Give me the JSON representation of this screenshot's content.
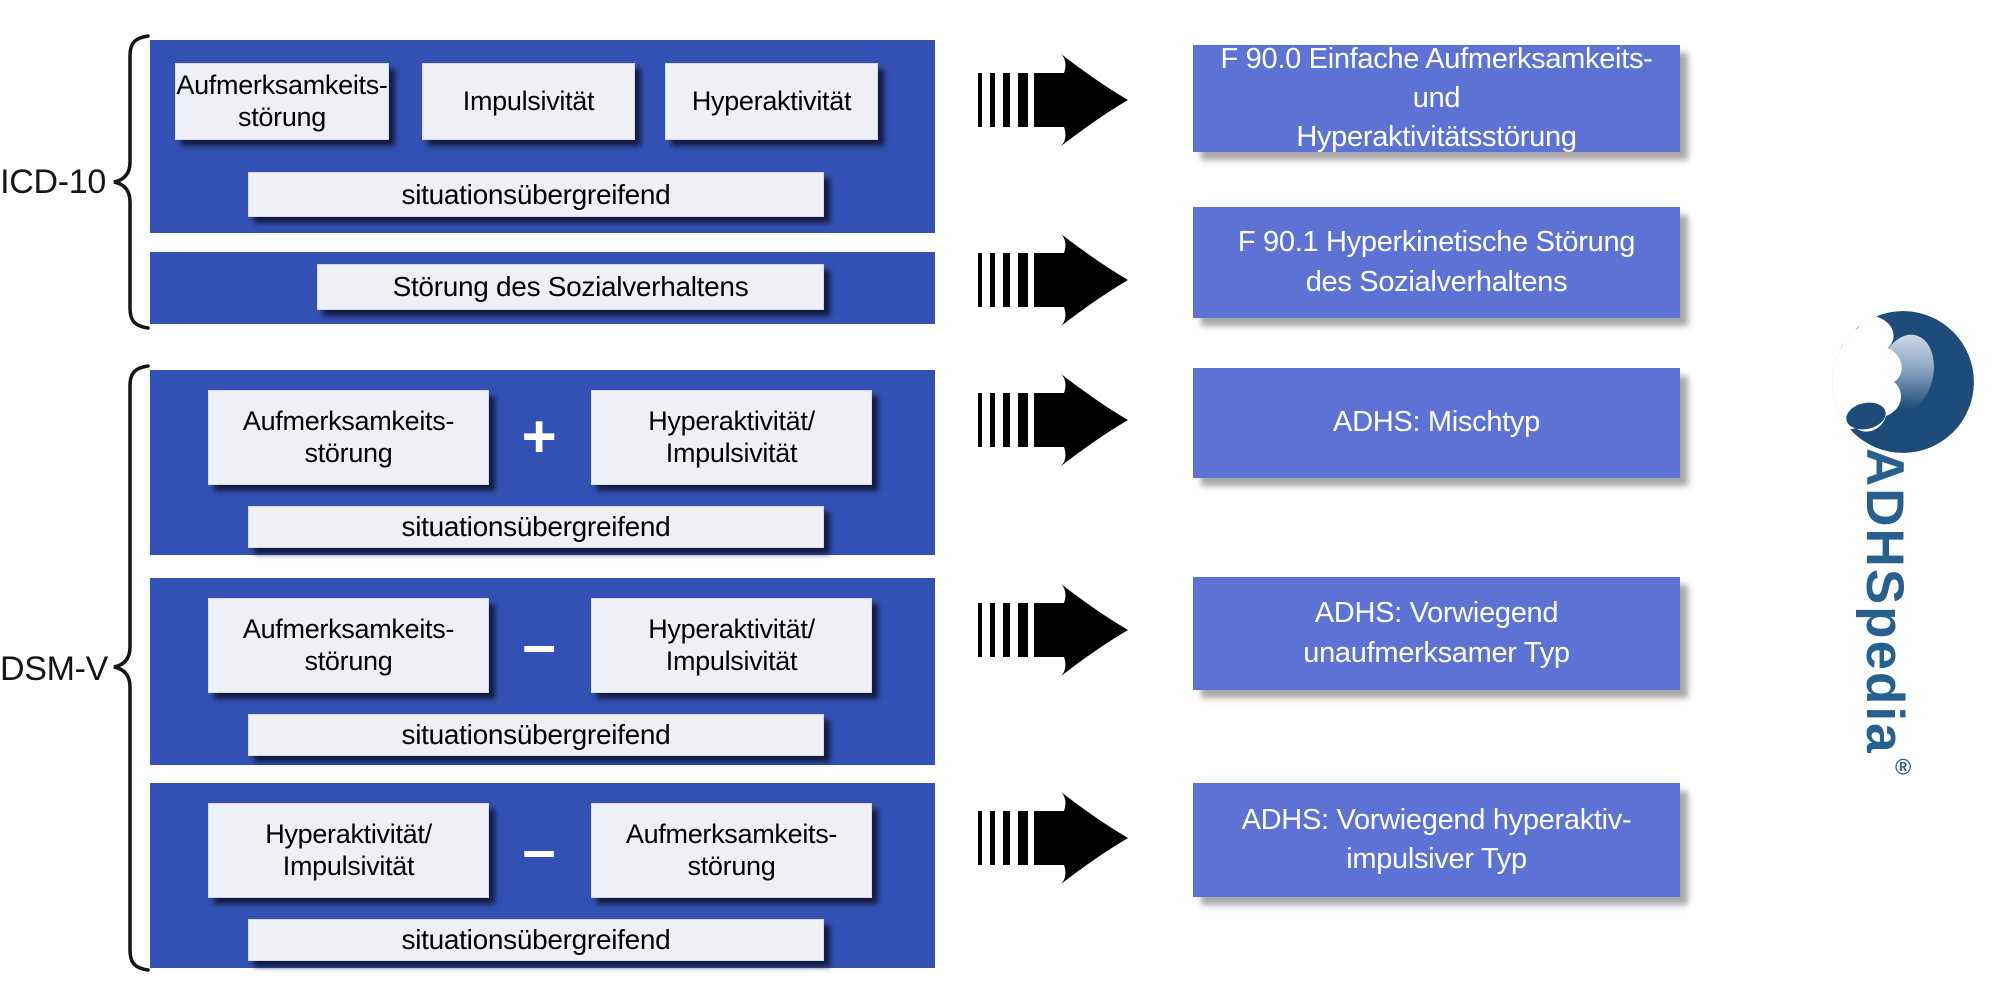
{
  "classification_systems": [
    {
      "label": "ICD-10",
      "rows": [
        {
          "criteria": [
            "Aufmerksamkeits-\nstörung",
            "Impulsivität",
            "Hyperaktivität"
          ],
          "qualifier": "situationsübergreifend",
          "result": "F 90.0 Einfache Aufmerksamkeits- und\nHyperaktivitätsstörung"
        },
        {
          "criteria": [
            "Störung des Sozialverhaltens"
          ],
          "result": "F 90.1 Hyperkinetische Störung\ndes Sozialverhaltens"
        }
      ]
    },
    {
      "label": "DSM-V",
      "rows": [
        {
          "left": "Aufmerksamkeits-\nstörung",
          "operator": "+",
          "right": "Hyperaktivität/\nImpulsivität",
          "qualifier": "situationsübergreifend",
          "result": "ADHS: Mischtyp"
        },
        {
          "left": "Aufmerksamkeits-\nstörung",
          "operator": "–",
          "right": "Hyperaktivität/\nImpulsivität",
          "qualifier": "situationsübergreifend",
          "result": "ADHS: Vorwiegend\nunaufmerksamer Typ"
        },
        {
          "left": "Hyperaktivität/\nImpulsivität",
          "operator": "–",
          "right": "Aufmerksamkeits-\nstörung",
          "qualifier": "situationsübergreifend",
          "result": "ADHS: Vorwiegend hyperaktiv-\nimpulsiver Typ"
        }
      ]
    }
  ],
  "logo": {
    "name": "ADHSpedia",
    "registered_mark": "®"
  },
  "colors": {
    "criteria_panel_blue": "#3351b4",
    "result_box_blue": "#5d72d5",
    "inner_box_gray": "#eef0f6",
    "arrow_black": "#000000",
    "logo_navy": "#1d4b7a",
    "logo_text_blue": "#27608f"
  }
}
